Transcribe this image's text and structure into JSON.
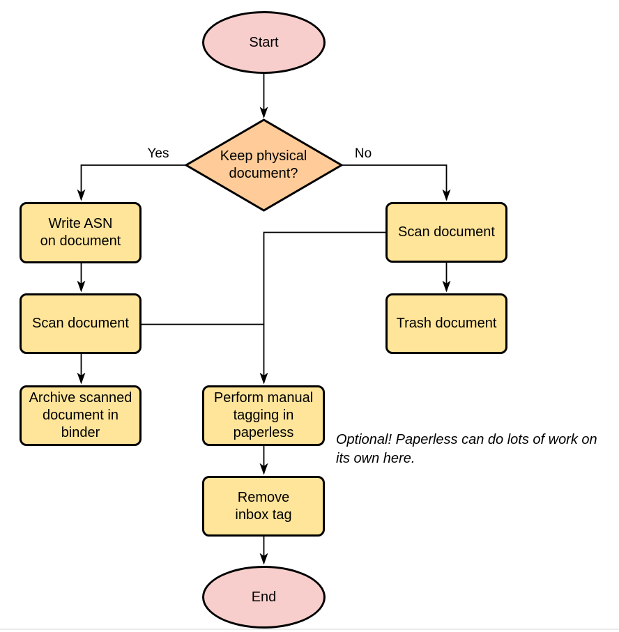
{
  "diagram": {
    "nodes": {
      "start": {
        "label": "Start",
        "type": "terminal"
      },
      "decision": {
        "label": "Keep physical\ndocument?",
        "type": "decision"
      },
      "write_asn": {
        "label": "Write ASN\non document",
        "type": "process"
      },
      "scan_left": {
        "label": "Scan document",
        "type": "process"
      },
      "archive": {
        "label": "Archive scanned\ndocument in\nbinder",
        "type": "process"
      },
      "scan_right": {
        "label": "Scan document",
        "type": "process"
      },
      "trash": {
        "label": "Trash document",
        "type": "process"
      },
      "tagging": {
        "label": "Perform manual\ntagging in\npaperless",
        "type": "process"
      },
      "remove_inbox": {
        "label": "Remove\ninbox tag",
        "type": "process"
      },
      "end": {
        "label": "End",
        "type": "terminal"
      }
    },
    "edge_labels": {
      "yes": "Yes",
      "no": "No"
    },
    "annotation": "Optional! Paperless can do lots of work on\nits own here.",
    "colors": {
      "terminal_fill": "#F8CECC",
      "decision_fill": "#FFCC99",
      "process_fill": "#FFE599",
      "stroke": "#000000",
      "text": "#000000",
      "bottom_rule": "#EBEBEB"
    }
  }
}
